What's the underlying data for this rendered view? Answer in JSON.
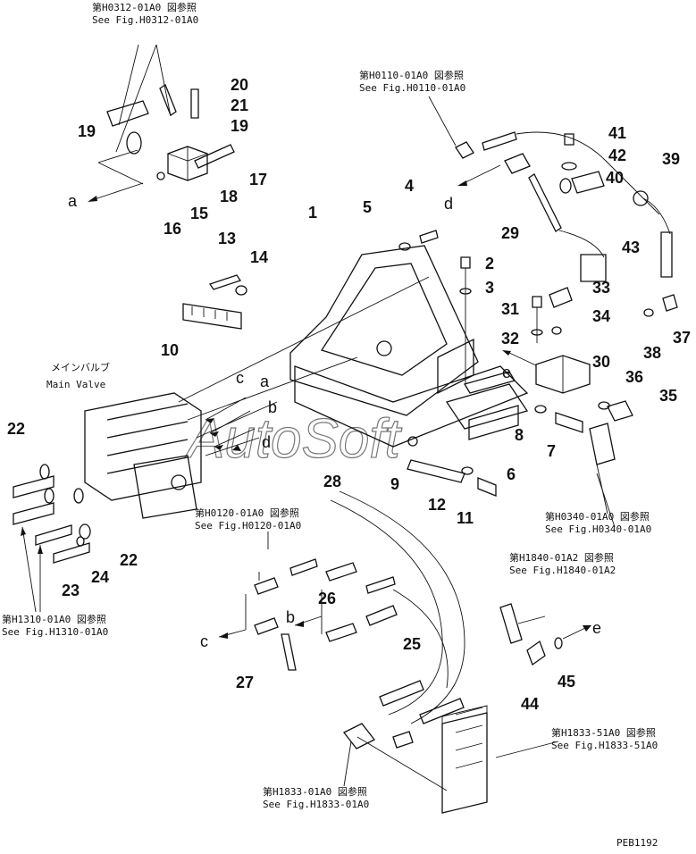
{
  "refs": [
    {
      "jp": "第H0312-01A0 図参照",
      "en": "See Fig.H0312-01A0"
    },
    {
      "jp": "第H0110-01A0 図参照",
      "en": "See Fig.H0110-01A0"
    },
    {
      "jp": "第H0120-01A0 図参照",
      "en": "See Fig.H0120-01A0"
    },
    {
      "jp": "第H1840-01A2 図参照",
      "en": "See Fig.H1840-01A2"
    },
    {
      "jp": "第H0340-01A0 図参照",
      "en": "See Fig.H0340-01A0"
    },
    {
      "jp": "第H1310-01A0 図参照",
      "en": "See Fig.H1310-01A0"
    },
    {
      "jp": "第H1833-51A0 図参照",
      "en": "See Fig.H1833-51A0"
    },
    {
      "jp": "第H1833-01A0 図参照",
      "en": "See Fig.H1833-01A0"
    }
  ],
  "main_valve": {
    "jp": "メインバルブ",
    "en": "Main Valve"
  },
  "part_numbers": [
    "1",
    "2",
    "3",
    "4",
    "5",
    "6",
    "7",
    "8",
    "9",
    "10",
    "11",
    "12",
    "13",
    "14",
    "15",
    "16",
    "17",
    "18",
    "19",
    "19",
    "20",
    "21",
    "22",
    "22",
    "23",
    "24",
    "25",
    "26",
    "27",
    "28",
    "29",
    "30",
    "31",
    "32",
    "33",
    "34",
    "35",
    "36",
    "37",
    "38",
    "39",
    "40",
    "41",
    "42",
    "43",
    "44",
    "45"
  ],
  "letters": [
    "a",
    "a",
    "b",
    "b",
    "c",
    "c",
    "d",
    "d",
    "e",
    "e"
  ],
  "watermark": "AutoSoft",
  "drawing_code": "PEB1192"
}
